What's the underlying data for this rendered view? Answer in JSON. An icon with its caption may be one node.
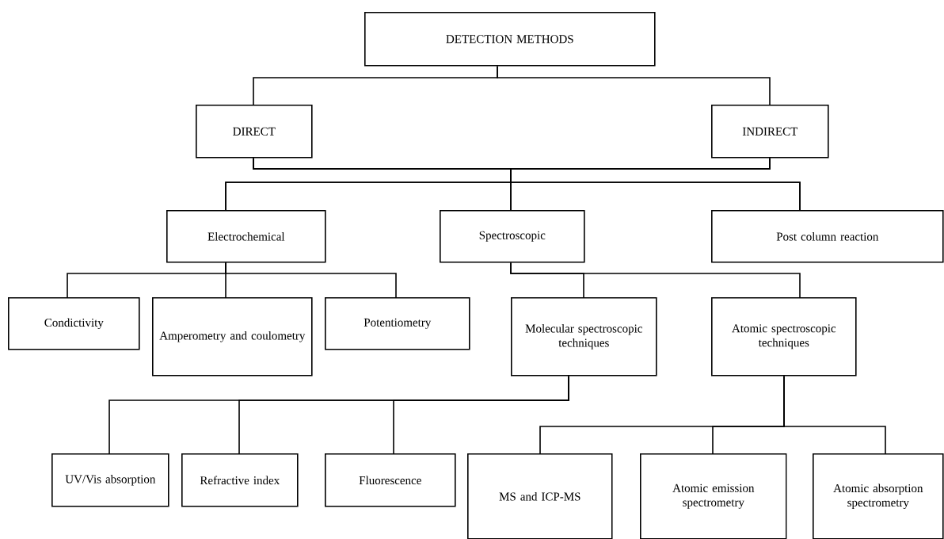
{
  "diagram": {
    "nodes": [
      {
        "text": [
          "DETECTION METHODS"
        ]
      },
      {
        "text": [
          "DIRECT"
        ]
      },
      {
        "text": [
          "INDIRECT"
        ]
      },
      {
        "text": [
          "Electrochemical"
        ]
      },
      {
        "text": [
          "Spectroscopic"
        ]
      },
      {
        "text": [
          "Post column reaction"
        ]
      },
      {
        "text": [
          "Condictivity"
        ]
      },
      {
        "text": [
          "Amperometry and coulometry"
        ]
      },
      {
        "text": [
          "Potentiometry"
        ]
      },
      {
        "text": [
          "Molecular spectroscopic techniques"
        ]
      },
      {
        "text": [
          "Atomic spectroscopic techniques"
        ]
      },
      {
        "text": [
          "UV/Vis absorption"
        ]
      },
      {
        "text": [
          "Refractive index"
        ]
      },
      {
        "text": [
          "Fluorescence"
        ]
      },
      {
        "text": [
          "MS and ICP-MS"
        ]
      },
      {
        "text": [
          "Atomic emission spectrometry"
        ]
      },
      {
        "text": [
          "Atomic absorption spectrometry"
        ]
      }
    ],
    "edges": [
      {
        "from": 0,
        "to": 1,
        "arrow": "none"
      },
      {
        "from": 0,
        "to": 2,
        "arrow": "none"
      },
      {
        "from": 1,
        "to": 3,
        "arrow": "none"
      },
      {
        "from": 1,
        "to": 4,
        "arrow": "none"
      },
      {
        "from": 1,
        "to": 5,
        "arrow": "none"
      },
      {
        "from": 2,
        "to": 3,
        "arrow": "none"
      },
      {
        "from": 2,
        "to": 4,
        "arrow": "none"
      },
      {
        "from": 2,
        "to": 5,
        "arrow": "none"
      },
      {
        "from": 3,
        "to": 6,
        "arrow": "none"
      },
      {
        "from": 3,
        "to": 7,
        "arrow": "none"
      },
      {
        "from": 3,
        "to": 8,
        "arrow": "none"
      },
      {
        "from": 4,
        "to": 9,
        "arrow": "none"
      },
      {
        "from": 4,
        "to": 10,
        "arrow": "none"
      },
      {
        "from": 9,
        "to": 11,
        "arrow": "none"
      },
      {
        "from": 9,
        "to": 12,
        "arrow": "none"
      },
      {
        "from": 9,
        "to": 13,
        "arrow": "none"
      },
      {
        "from": 10,
        "to": 14,
        "arrow": "none"
      },
      {
        "from": 10,
        "to": 15,
        "arrow": "none"
      },
      {
        "from": 10,
        "to": 16,
        "arrow": "none"
      }
    ]
  }
}
